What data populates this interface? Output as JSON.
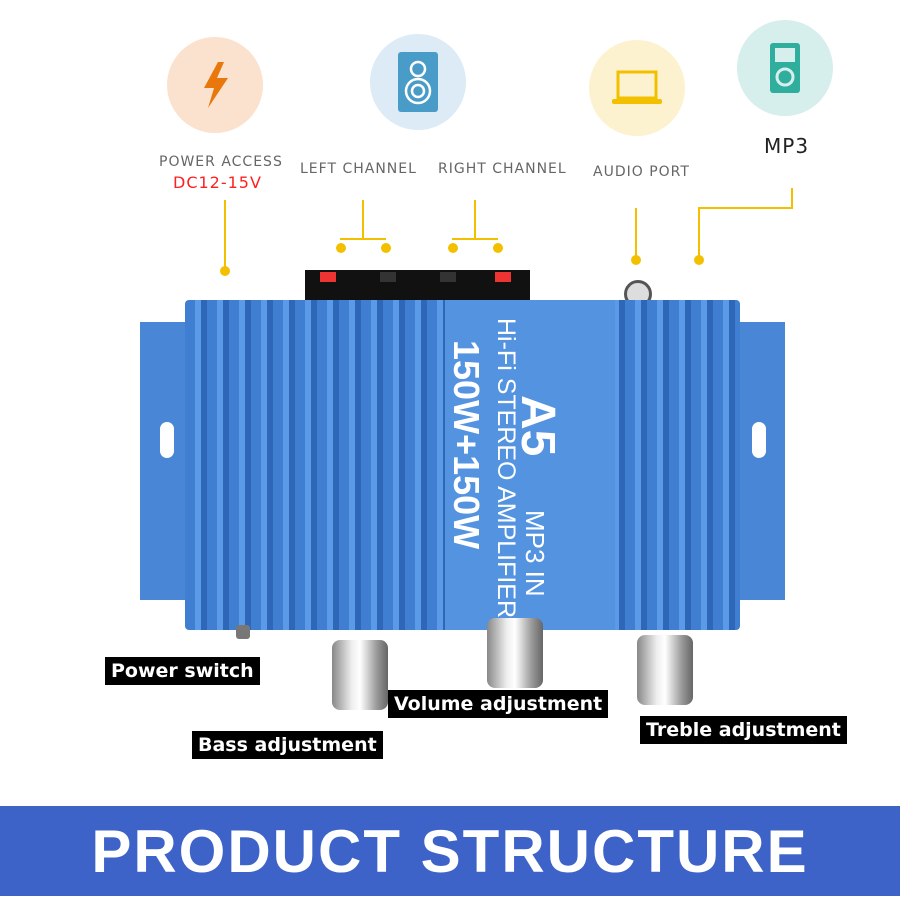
{
  "features": [
    {
      "icon": "lightning-icon",
      "label": "POWER ACCESS",
      "sub": "DC12-15V",
      "sub_color": "#ff2020",
      "bg": "#fbe2cf",
      "fg": "#e8780c"
    },
    {
      "icon": "speaker-icon",
      "label_left": "LEFT CHANNEL",
      "label_right": "RIGHT CHANNEL",
      "bg": "#dcebf5",
      "fg": "#4a9cc8"
    },
    {
      "icon": "laptop-icon",
      "label": "AUDIO PORT",
      "bg": "#fdf2cf",
      "fg": "#f3c000"
    },
    {
      "icon": "mp3-player-icon",
      "label": "MP3",
      "bg": "#d6efec",
      "fg": "#2fae9e"
    }
  ],
  "device": {
    "model": "A5",
    "input": "MP3 IN",
    "name": "Hi-Fi STEREO AMPLIFIER",
    "power": "150W+150W"
  },
  "callouts": {
    "power_switch": "Power switch",
    "bass": "Bass adjustment",
    "volume": "Volume adjustment",
    "treble": "Treble adjustment"
  },
  "banner": {
    "title": "PRODUCT STRUCTURE"
  }
}
